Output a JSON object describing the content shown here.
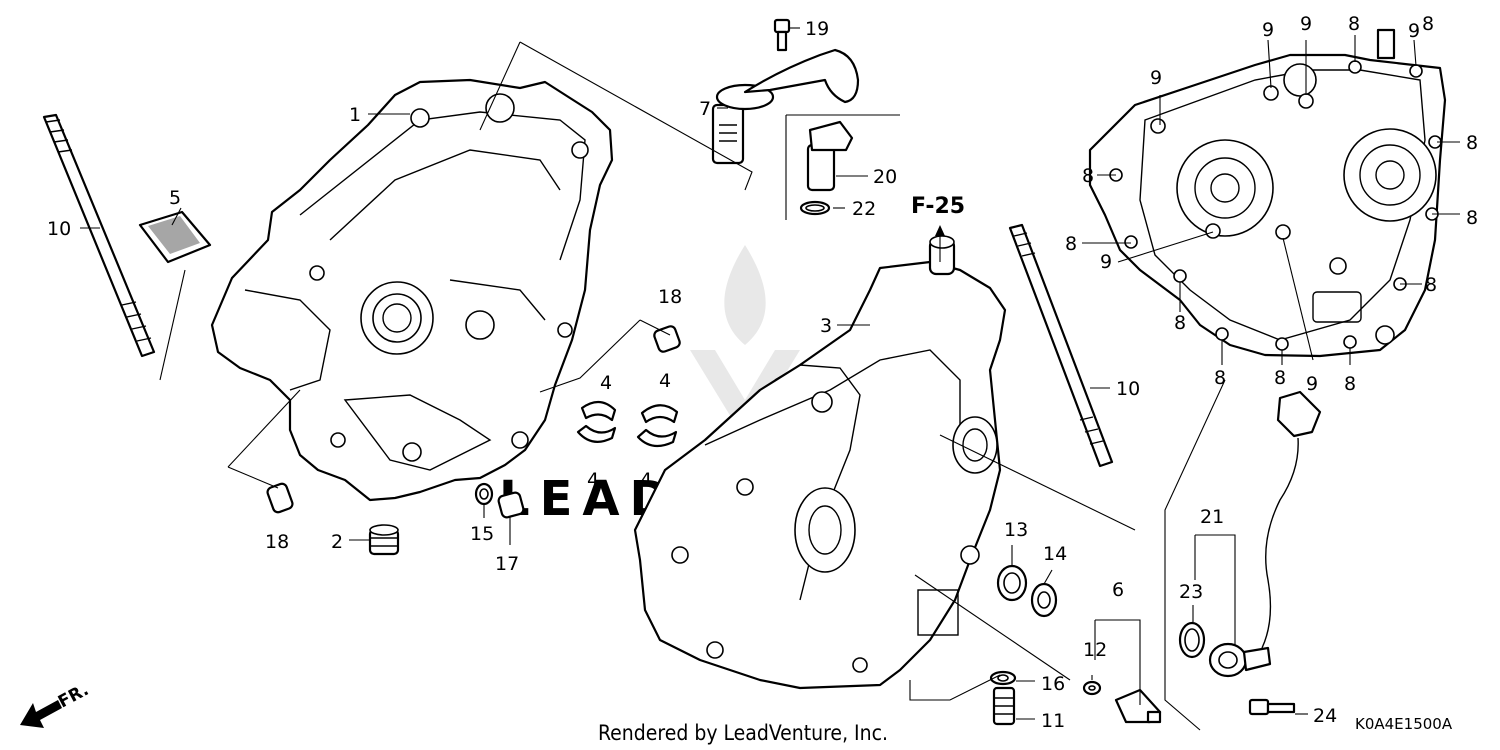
{
  "callouts": [
    {
      "id": "c1",
      "text": "1"
    },
    {
      "id": "c2",
      "text": "2"
    },
    {
      "id": "c3",
      "text": "3"
    },
    {
      "id": "c4a",
      "text": "4"
    },
    {
      "id": "c4b",
      "text": "4"
    },
    {
      "id": "c4c",
      "text": "4"
    },
    {
      "id": "c4d",
      "text": "4"
    },
    {
      "id": "c5",
      "text": "5"
    },
    {
      "id": "c6",
      "text": "6"
    },
    {
      "id": "c7",
      "text": "7"
    },
    {
      "id": "c8a",
      "text": "8"
    },
    {
      "id": "c8b",
      "text": "8"
    },
    {
      "id": "c8c",
      "text": "8"
    },
    {
      "id": "c8d",
      "text": "8"
    },
    {
      "id": "c8e",
      "text": "8"
    },
    {
      "id": "c8f",
      "text": "8"
    },
    {
      "id": "c8g",
      "text": "8"
    },
    {
      "id": "c8h",
      "text": "8"
    },
    {
      "id": "c8i",
      "text": "8"
    },
    {
      "id": "c8j",
      "text": "8"
    },
    {
      "id": "c8k",
      "text": "8"
    },
    {
      "id": "c9a",
      "text": "9"
    },
    {
      "id": "c9b",
      "text": "9"
    },
    {
      "id": "c9c",
      "text": "9"
    },
    {
      "id": "c9d",
      "text": "9"
    },
    {
      "id": "c9e",
      "text": "9"
    },
    {
      "id": "c9f",
      "text": "9"
    },
    {
      "id": "c10a",
      "text": "10"
    },
    {
      "id": "c10b",
      "text": "10"
    },
    {
      "id": "c11",
      "text": "11"
    },
    {
      "id": "c12",
      "text": "12"
    },
    {
      "id": "c13",
      "text": "13"
    },
    {
      "id": "c14",
      "text": "14"
    },
    {
      "id": "c15",
      "text": "15"
    },
    {
      "id": "c16",
      "text": "16"
    },
    {
      "id": "c17",
      "text": "17"
    },
    {
      "id": "c18a",
      "text": "18"
    },
    {
      "id": "c18b",
      "text": "18"
    },
    {
      "id": "c19",
      "text": "19"
    },
    {
      "id": "c20",
      "text": "20"
    },
    {
      "id": "c21",
      "text": "21"
    },
    {
      "id": "c22",
      "text": "22"
    },
    {
      "id": "c23",
      "text": "23"
    },
    {
      "id": "c24",
      "text": "24"
    }
  ],
  "reference": "F-25",
  "direction": "FR.",
  "footer": "Rendered by LeadVenture, Inc.",
  "diagram_code": "K0A4E1500A",
  "watermark": "LEADVENTURE"
}
